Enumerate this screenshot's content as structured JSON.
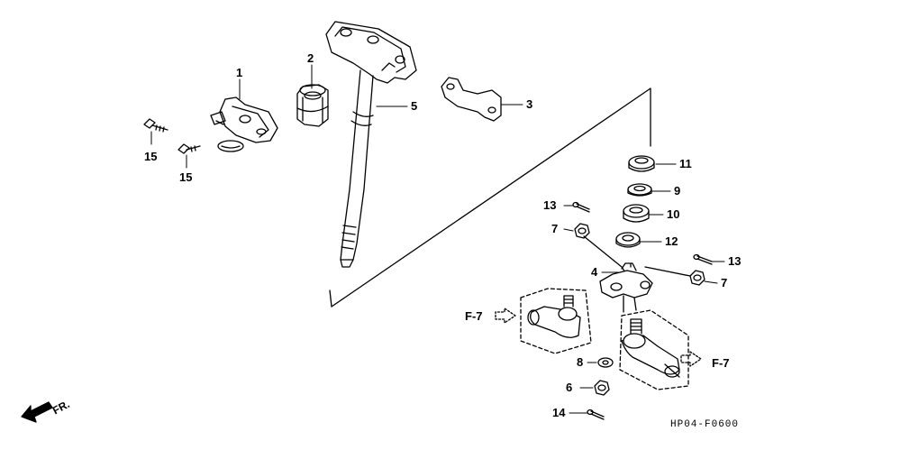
{
  "parts": {
    "p1": "1",
    "p2": "2",
    "p3": "3",
    "p4": "4",
    "p5": "5",
    "p6": "6",
    "p7a": "7",
    "p7b": "7",
    "p8": "8",
    "p9": "9",
    "p10": "10",
    "p11": "11",
    "p12": "12",
    "p13a": "13",
    "p13b": "13",
    "p14": "14",
    "p15a": "15",
    "p15b": "15"
  },
  "refs": {
    "left": "F-7",
    "right": "F-7"
  },
  "front_label": "FR.",
  "drawing_code": "HP04-F0600",
  "colors": {
    "ink": "#000000",
    "background": "#ffffff"
  }
}
